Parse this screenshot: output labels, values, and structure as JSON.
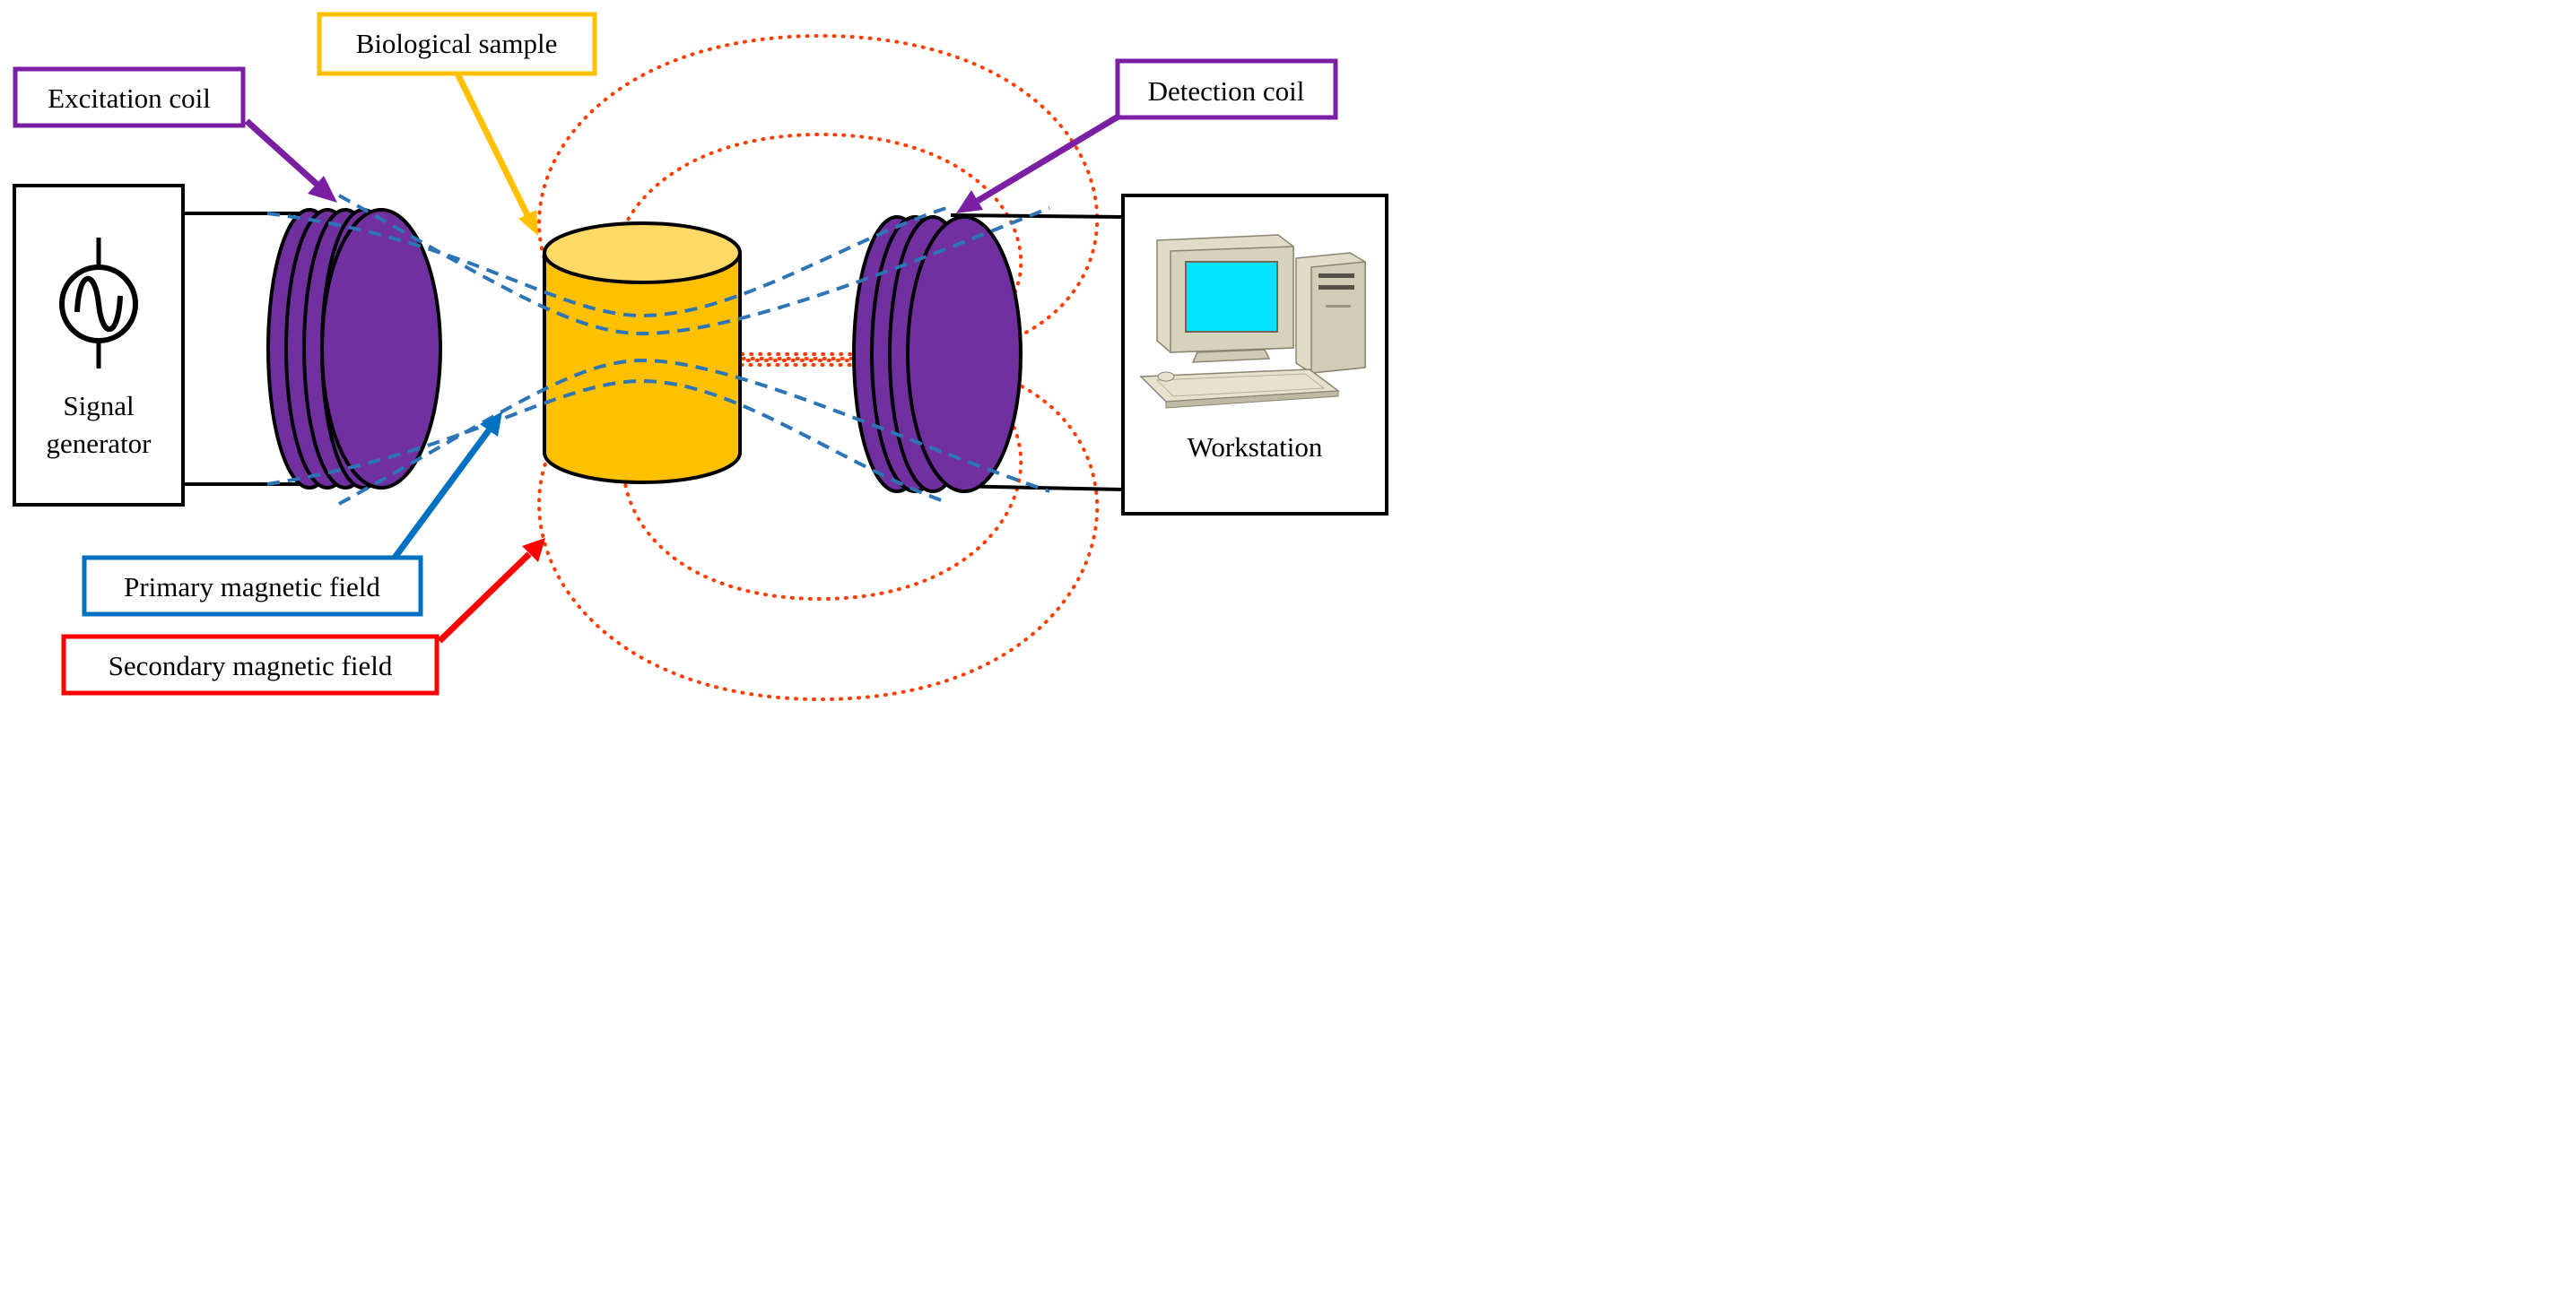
{
  "labels": {
    "biological_sample": "Biological sample",
    "excitation_coil": "Excitation coil",
    "detection_coil": "Detection coil",
    "signal_generator_line1": "Signal",
    "signal_generator_line2": "generator",
    "workstation": "Workstation",
    "primary_field": "Primary magnetic field",
    "secondary_field": "Secondary magnetic field"
  },
  "colors": {
    "excitation_coil_callout": "#7b1fa2",
    "detection_coil_callout": "#7b1fa2",
    "biological_sample_callout": "#ffc000",
    "primary_field_callout": "#0070c0",
    "secondary_field_callout": "#ff0000",
    "coil_fill": "#7030a0",
    "sample_fill": "#ffc000",
    "sample_top": "#ffd966",
    "primary_field_lines": "#2e75b6",
    "secondary_field_lines": "#ff3d00",
    "monitor_screen": "#00e5ff",
    "computer_body": "#e0dcc8"
  },
  "icons": {
    "generator_symbol": "ac-source-icon",
    "workstation_symbol": "desktop-computer-icon"
  }
}
